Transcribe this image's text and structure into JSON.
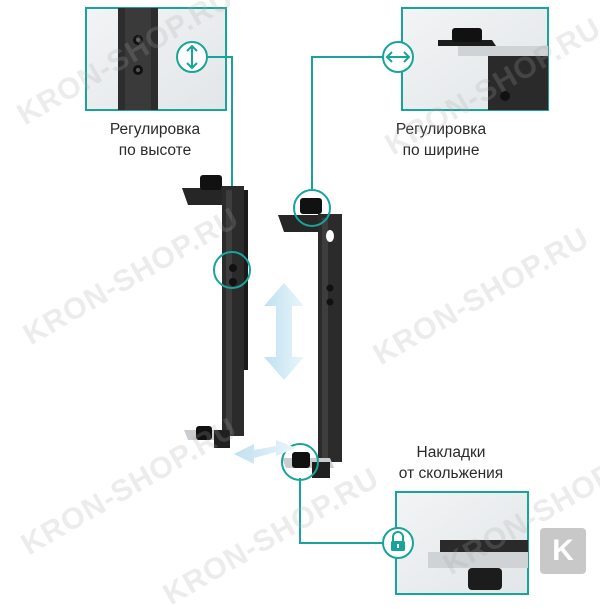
{
  "labels": {
    "height_line1": "Регулировка",
    "height_line2": "по высоте",
    "width_line1": "Регулировка",
    "width_line2": "по ширине",
    "pads_line1": "Накладки",
    "pads_line2": "от скольжения"
  },
  "watermark": "KRON-SHOP.RU",
  "logo_letter": "K",
  "colors": {
    "accent": "#1aa39a",
    "bracket": "#2b2b2b",
    "arrow": "#cfe7f3",
    "inset_bg": "#eef1f2"
  },
  "icons": {
    "height": "vertical-arrow-icon",
    "width": "horizontal-arrow-icon",
    "pads": "lock-icon"
  }
}
